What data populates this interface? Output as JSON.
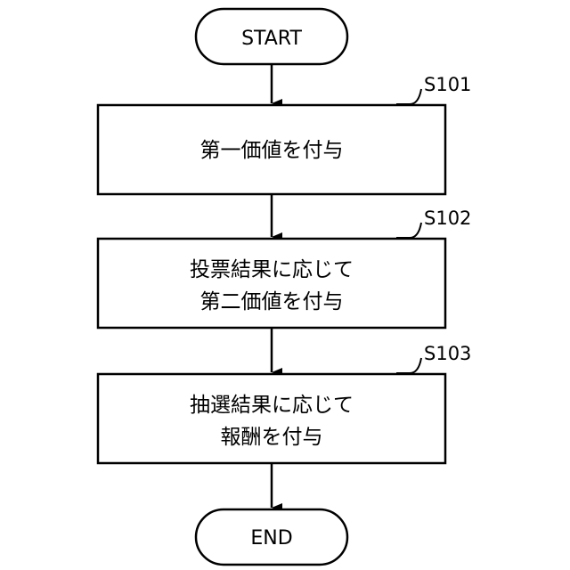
{
  "flowchart": {
    "start": {
      "label": "START"
    },
    "steps": [
      {
        "id": "S101",
        "lines": [
          "第一価値を付与"
        ]
      },
      {
        "id": "S102",
        "lines": [
          "投票結果に応じて",
          "第二価値を付与"
        ]
      },
      {
        "id": "S103",
        "lines": [
          "抽選結果に応じて",
          "報酬を付与"
        ]
      }
    ],
    "end": {
      "label": "END"
    }
  },
  "colors": {
    "stroke": "#000000",
    "background": "#ffffff",
    "text": "#000000"
  }
}
